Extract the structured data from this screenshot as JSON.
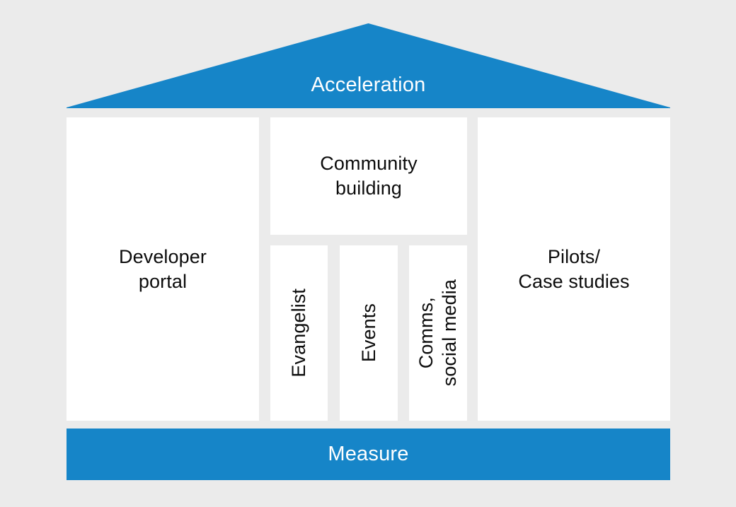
{
  "diagram": {
    "title_text": "Acceleration",
    "type": "temple-pillars-diagram",
    "colors": {
      "background": "#ebebeb",
      "accent_blue": "#1685c8",
      "box_fill": "#ffffff",
      "text_dark": "#0c0c0c",
      "text_light": "#ffffff"
    },
    "roof": {
      "label": "Acceleration"
    },
    "pillars": [
      {
        "id": "developer-portal",
        "label": "Developer\nportal",
        "orientation": "horizontal"
      },
      {
        "id": "community-building",
        "label": "Community\nbuilding",
        "orientation": "horizontal"
      },
      {
        "id": "evangelist",
        "label": "Evangelist",
        "orientation": "vertical"
      },
      {
        "id": "events",
        "label": "Events",
        "orientation": "vertical"
      },
      {
        "id": "comms-social-media",
        "label": "Comms,\nsocial media",
        "orientation": "vertical"
      },
      {
        "id": "pilots-case-studies",
        "label": "Pilots/\nCase studies",
        "orientation": "horizontal"
      }
    ],
    "base": {
      "label": "Measure"
    }
  }
}
